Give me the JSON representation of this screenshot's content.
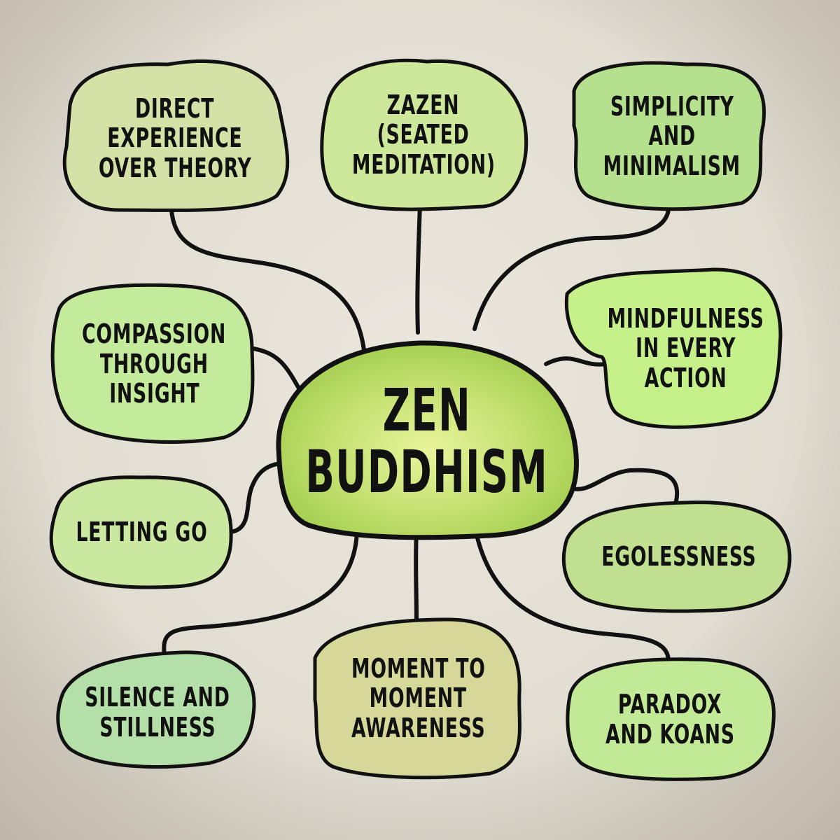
{
  "diagram": {
    "type": "mind-map",
    "background_color": "#e4e0d6",
    "outline_color": "#111111",
    "center": {
      "lines": [
        "Zen",
        "Buddhism"
      ],
      "fill": "#b8d86a",
      "highlight": "#e6f29a"
    },
    "nodes": [
      {
        "id": "direct-experience",
        "lines": [
          "Direct",
          "Experience",
          "over Theory"
        ],
        "fill": "#d4e2a8"
      },
      {
        "id": "zazen",
        "lines": [
          "Zazen",
          "(Seated",
          "Meditation)"
        ],
        "fill": "#cde89a"
      },
      {
        "id": "simplicity",
        "lines": [
          "Simplicity",
          "and",
          "Minimalism"
        ],
        "fill": "#b5e08e"
      },
      {
        "id": "compassion",
        "lines": [
          "Compassion",
          "through",
          "Insight"
        ],
        "fill": "#c4ea9c"
      },
      {
        "id": "mindfulness",
        "lines": [
          "Mindfulness",
          "in Every",
          "Action"
        ],
        "fill": "#c5f08a"
      },
      {
        "id": "letting-go",
        "lines": [
          "Letting Go"
        ],
        "fill": "#cbe8a0"
      },
      {
        "id": "egolessness",
        "lines": [
          "Egolessness"
        ],
        "fill": "#c0df90"
      },
      {
        "id": "silence",
        "lines": [
          "Silence and",
          "Stillness"
        ],
        "fill": "#b4dfa8"
      },
      {
        "id": "moment",
        "lines": [
          "Moment to",
          "Moment",
          "Awareness"
        ],
        "fill": "#d6d89a"
      },
      {
        "id": "paradox",
        "lines": [
          "Paradox",
          "and Koans"
        ],
        "fill": "#c2ea96"
      }
    ]
  }
}
